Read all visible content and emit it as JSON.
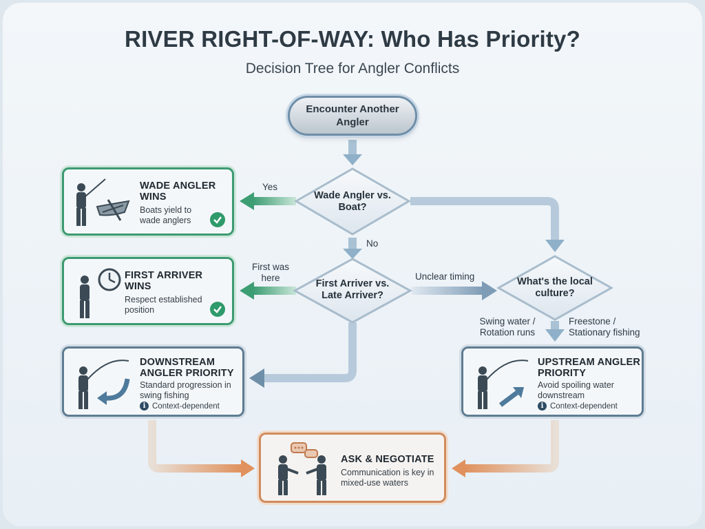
{
  "title": "RIVER RIGHT-OF-WAY: Who Has Priority?",
  "subtitle": "Decision Tree for Angler Conflicts",
  "start": {
    "label": "Encounter Another Angler"
  },
  "decisions": {
    "wade_vs_boat": "Wade Angler vs. Boat?",
    "first_vs_late": "First Arriver vs. Late Arriver?",
    "local_culture": "What's the local culture?"
  },
  "edge_labels": {
    "yes": "Yes",
    "no": "No",
    "first_was_here": "First was here",
    "unclear_timing": "Unclear timing",
    "swing_water": "Swing water / Rotation runs",
    "freestone": "Freestone / Stationary fishing"
  },
  "outcomes": {
    "wade_wins": {
      "title": "WADE ANGLER WINS",
      "desc": "Boats yield to wade anglers"
    },
    "first_wins": {
      "title": "FIRST ARRIVER WINS",
      "desc": "Respect established position"
    },
    "downstream": {
      "title": "DOWNSTREAM ANGLER PRIORITY",
      "desc": "Standard progression in swing fishing",
      "note": "Context-dependent"
    },
    "upstream": {
      "title": "UPSTREAM ANGLER PRIORITY",
      "desc": "Avoid spoiling water downstream",
      "note": "Context-dependent"
    },
    "negotiate": {
      "title": "ASK & NEGOTIATE",
      "desc": "Communication is key in mixed-use waters"
    }
  },
  "colors": {
    "green": "#3c9a72",
    "blue": "#5e7c92",
    "orange": "#d08b5b",
    "arrow": "#8fb0c8"
  }
}
